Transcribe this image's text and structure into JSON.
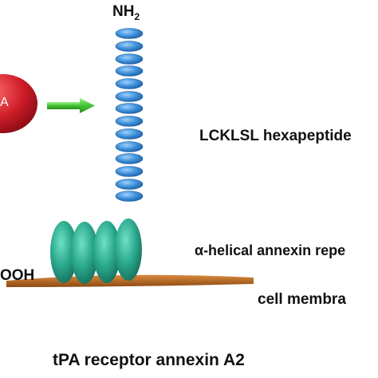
{
  "labels": {
    "n_terminus": "NH",
    "n_terminus_sub": "2",
    "peptide": "LCKLSL hexapeptide",
    "helical": "α-helical annexin repe",
    "c_terminus": "OOH",
    "membrane": "cell membra",
    "caption": "tPA receptor annexin A2",
    "ligand": "A"
  },
  "colors": {
    "ligand": "#cc1c28",
    "arrow": "#44c235",
    "peptide_bead": "#3d8fd6",
    "repeat": "#2aa88c",
    "membrane": "#b5651d"
  }
}
